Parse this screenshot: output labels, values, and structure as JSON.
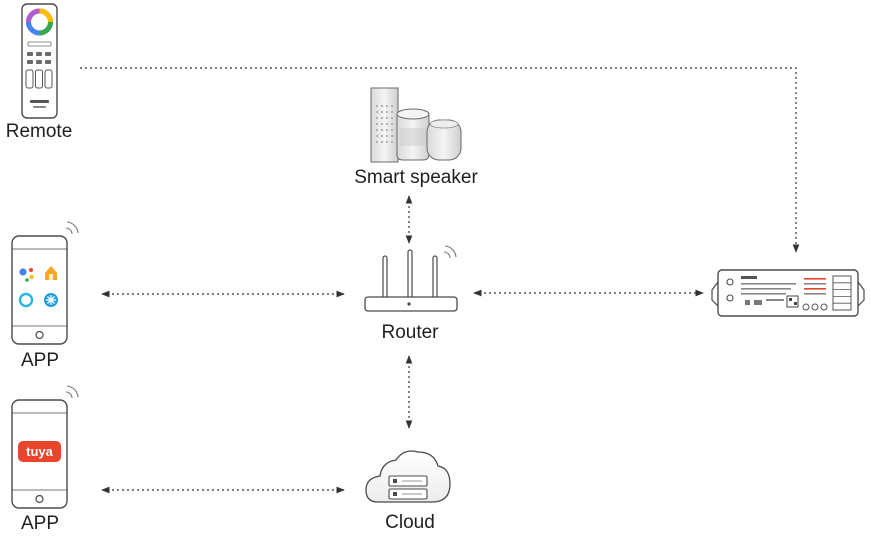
{
  "nodes": {
    "remote": {
      "label": "Remote"
    },
    "smart_speaker": {
      "label": "Smart speaker"
    },
    "router": {
      "label": "Router"
    },
    "app_smart_home": {
      "label": "APP"
    },
    "app_tuya": {
      "label": "APP",
      "logo_text": "tuya"
    },
    "cloud": {
      "label": "Cloud"
    },
    "controller": {
      "label": ""
    }
  },
  "connections": [
    {
      "from": "remote",
      "to": "controller",
      "direction": "one-way"
    },
    {
      "from": "smart_speaker",
      "to": "router",
      "direction": "two-way"
    },
    {
      "from": "app_smart_home",
      "to": "router",
      "direction": "two-way"
    },
    {
      "from": "router",
      "to": "controller",
      "direction": "two-way"
    },
    {
      "from": "router",
      "to": "cloud",
      "direction": "two-way"
    },
    {
      "from": "app_tuya",
      "to": "cloud",
      "direction": "two-way"
    }
  ],
  "colors": {
    "line": "#333333",
    "device_outline": "#4a4a4a",
    "tuya_brand": "#e8452c",
    "google_blue": "#4285f4",
    "google_red": "#ea4335",
    "google_yellow": "#fbbc05",
    "google_green": "#34a853",
    "alexa_cyan": "#2bb6e6",
    "homekit_orange": "#f5a623",
    "smartthings_blue": "#1fa0e3"
  }
}
